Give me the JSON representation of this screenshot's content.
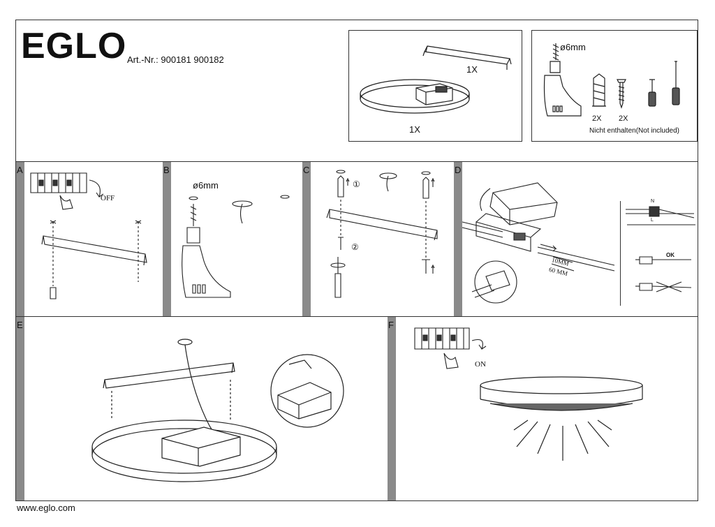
{
  "header": {
    "brand": "EGLO",
    "article_numbers": "Art.-Nr.: 900181 900182"
  },
  "parts_box": {
    "bracket_qty": "1X",
    "fixture_qty": "1X"
  },
  "tools_box": {
    "drill_size": "ø6mm",
    "dowel_qty": "2X",
    "screw_qty": "2X",
    "not_included_note": "Nicht enthalten(Not included)"
  },
  "steps": {
    "a": {
      "letter": "A",
      "switch_state": "OFF"
    },
    "b": {
      "letter": "B",
      "drill_size": "ø6mm"
    },
    "c": {
      "letter": "C",
      "marker_1": "①",
      "marker_2": "②"
    },
    "d": {
      "letter": "D",
      "measure_1": "10MM",
      "measure_2": "60 MM",
      "check_ok": "OK",
      "marker_n": "N",
      "marker_l": "L"
    },
    "e": {
      "letter": "E"
    },
    "f": {
      "letter": "F",
      "switch_state": "ON"
    }
  },
  "footer": {
    "website": "www.eglo.com"
  }
}
